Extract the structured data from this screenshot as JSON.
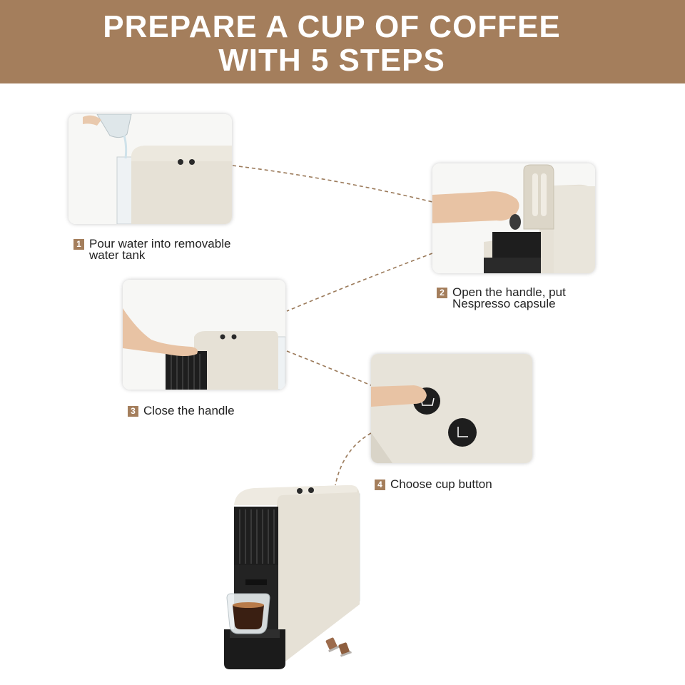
{
  "header": {
    "title_line1": "PREPARE A CUP OF COFFEE",
    "title_line2": "WITH 5 STEPS",
    "background_color": "#a47e5c"
  },
  "steps": [
    {
      "number": "1",
      "text": "Pour water into removable\nwater tank"
    },
    {
      "number": "2",
      "text": "Open the handle, put\nNespresso capsule"
    },
    {
      "number": "3",
      "text": "Close the handle"
    },
    {
      "number": "4",
      "text": "Choose cup button"
    }
  ],
  "colors": {
    "accent": "#a47e5c",
    "machine_body": "#e6e1d6",
    "machine_dark": "#1e1e1e",
    "connector": "#9b7a5a"
  }
}
